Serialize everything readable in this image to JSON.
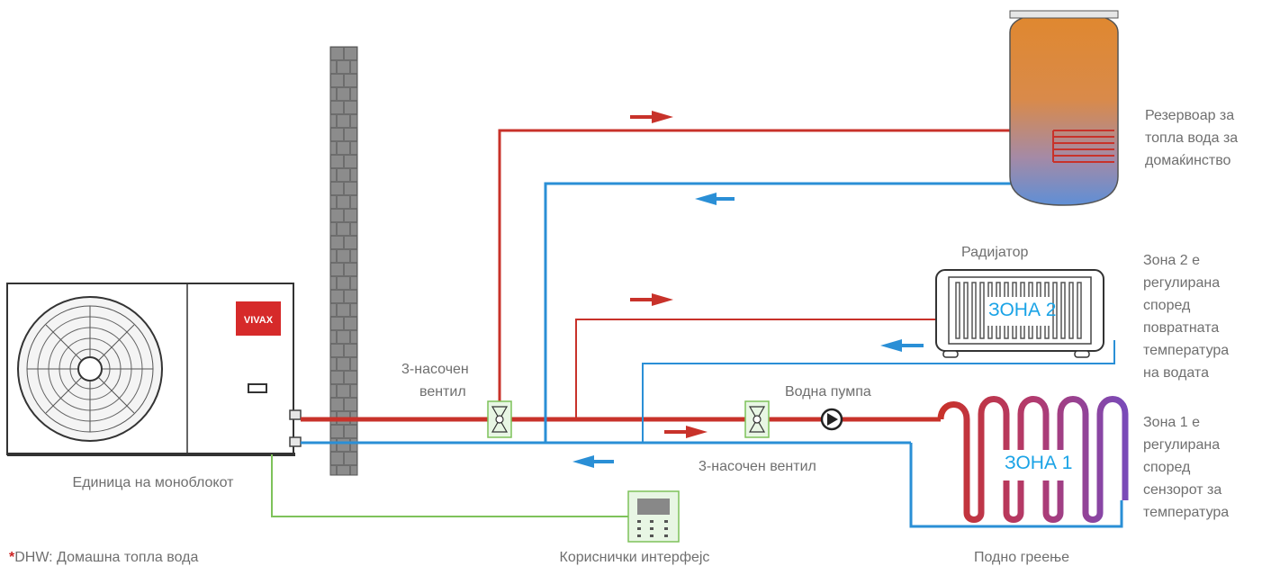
{
  "brand": "VIVAX",
  "colors": {
    "hot_pipe": "#c8322a",
    "cold_pipe": "#2a8fd6",
    "control_wire": "#7ec25a",
    "zone_text": "#1aa3e6",
    "label_text": "#6f6f6f",
    "brand_red": "#d62a2a"
  },
  "labels": {
    "monoblock_unit": "Единица на моноблокот",
    "dhw_tank": [
      "Резервоар за",
      "топла вода за",
      "домаќинство"
    ],
    "radiator": "Радијатор",
    "zone2_desc": [
      "Зона 2 е",
      "регулирана",
      "според",
      "повратната",
      "температура",
      "на водата"
    ],
    "zone1_desc": [
      "Зона 1 е",
      "регулирана",
      "според",
      "сензорот за",
      "температура"
    ],
    "valve_3way_left": [
      "3-насочен",
      "вентил"
    ],
    "valve_3way_right": "3-насочен вентил",
    "water_pump": "Водна пумпа",
    "user_interface": "Кориснички интерфејс",
    "floor_heating": "Подно греење",
    "footnote_mark": "*",
    "footnote_text": "DHW: Домашна топла вода",
    "zone1": "ЗОНА 1",
    "zone2": "ЗОНА 2"
  }
}
